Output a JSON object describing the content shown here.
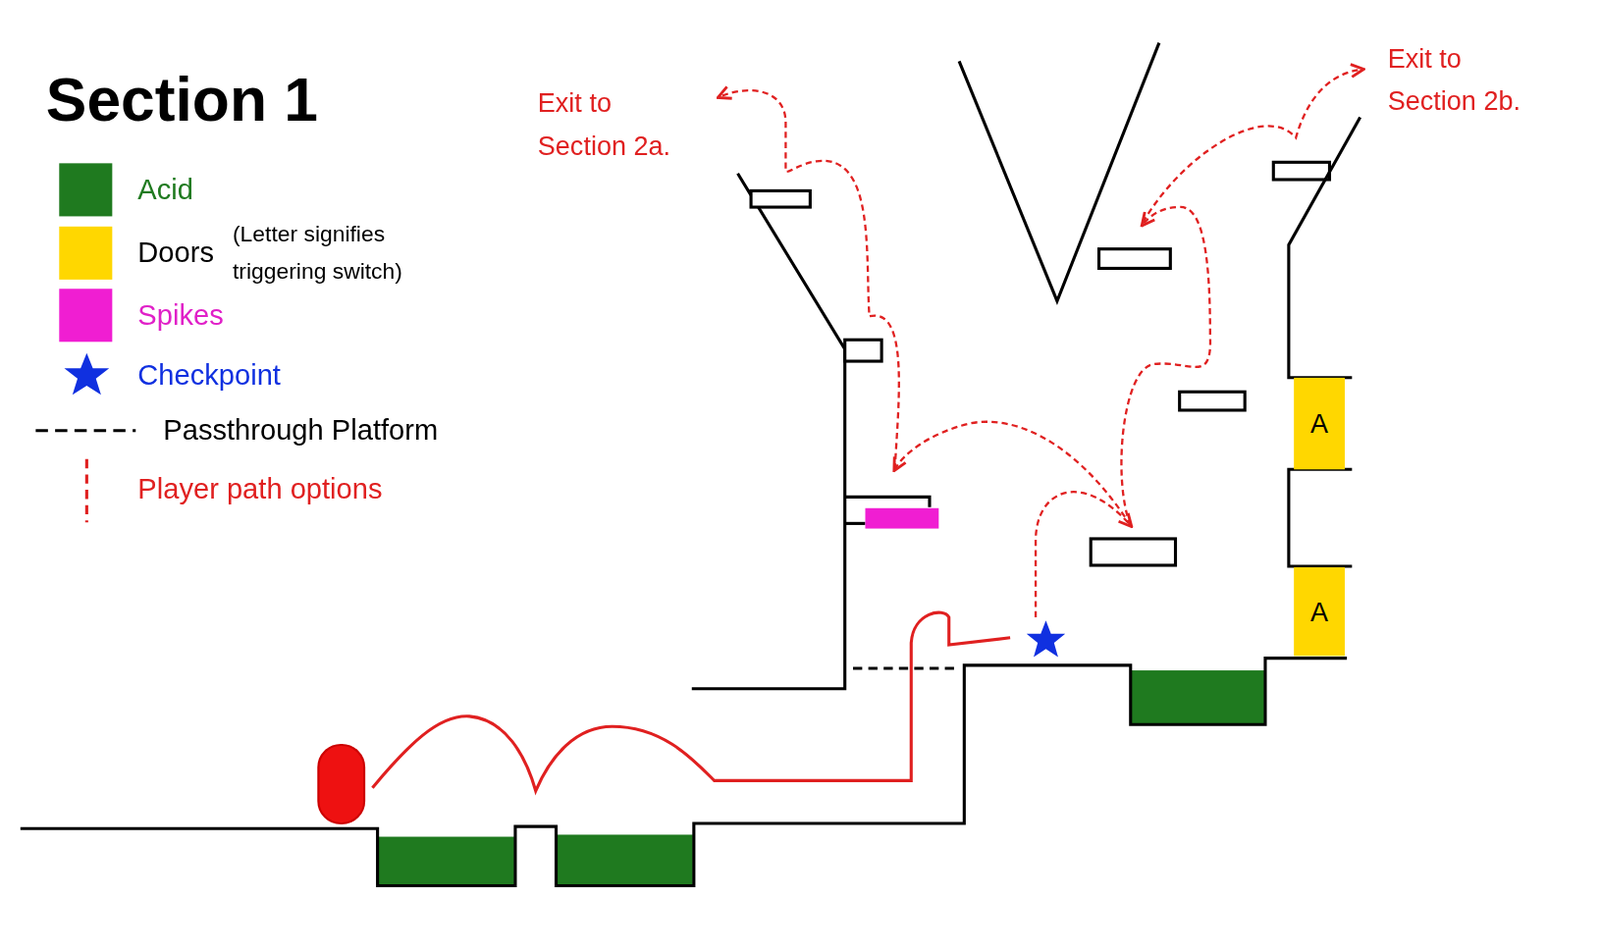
{
  "diagram": {
    "title": "Section 1",
    "nodes": [
      {
        "text": [
          "A"
        ]
      },
      {
        "text": [
          "A"
        ]
      }
    ],
    "labels": [
      "(Letter signifies triggering switch)",
      "Exit to Section 2a.",
      "Exit to Section 2b."
    ],
    "legend": [
      {
        "text": "Acid",
        "color": "#1f7a1f"
      },
      {
        "text": "Doors",
        "color": "#ffd700"
      },
      {
        "text": "Spikes",
        "color": "#f01ed2"
      },
      {
        "text": "Checkpoint"
      },
      {
        "text": "Passthrough Platform"
      },
      {
        "text": "Player path options"
      }
    ]
  }
}
